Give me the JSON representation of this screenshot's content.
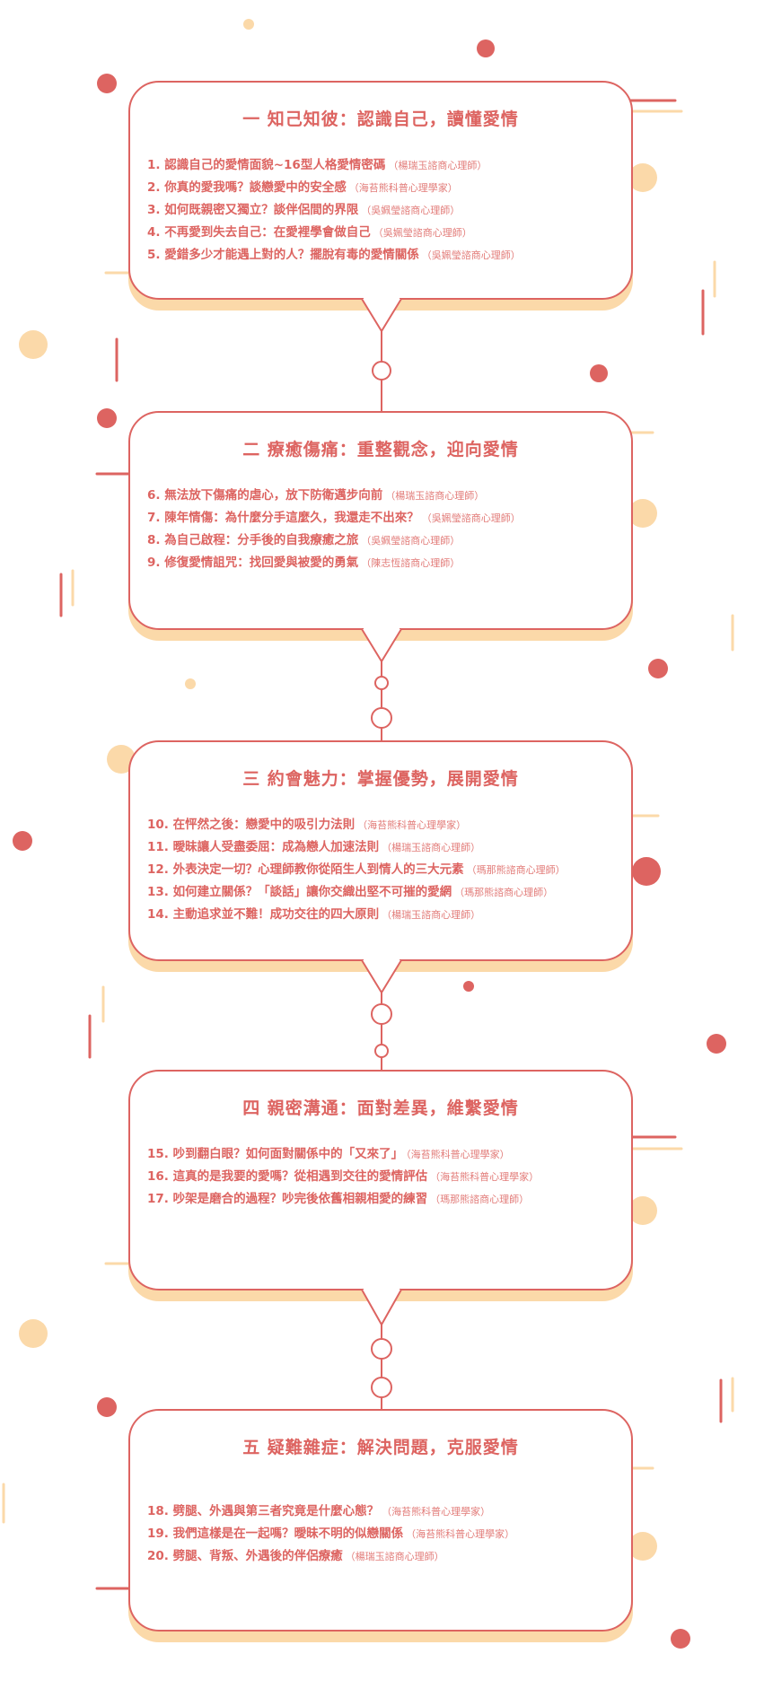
{
  "palette": {
    "accent": "#dd6461",
    "cream": "#fbd9a9"
  },
  "sections": [
    {
      "title": "一 知己知彼：認識自己，讀懂愛情",
      "items": [
        {
          "text": "1. 認識自己的愛情面貌~16型人格愛情密碼",
          "speaker": "（楊瑞玉諮商心理師）"
        },
        {
          "text": "2. 你真的愛我嗎？談戀愛中的安全感",
          "speaker": "（海苔熊科普心理學家）"
        },
        {
          "text": "3. 如何既親密又獨立？談伴侶間的界限",
          "speaker": "（吳姵瑩諮商心理師）"
        },
        {
          "text": "4. 不再愛到失去自己：在愛裡學會做自己",
          "speaker": "（吳姵瑩諮商心理師）"
        },
        {
          "text": "5. 愛錯多少才能遇上對的人？擺脫有毒的愛情關係",
          "speaker": "（吳姵瑩諮商心理師）"
        }
      ]
    },
    {
      "title": "二 療癒傷痛：重整觀念，迎向愛情",
      "items": [
        {
          "text": "6. 無法放下傷痛的虐心，放下防衛邁步向前",
          "speaker": "（楊瑞玉諮商心理師）"
        },
        {
          "text": "7. 陳年情傷：為什麼分手這麼久，我還走不出來？",
          "speaker": "（吳姵瑩諮商心理師）"
        },
        {
          "text": "8. 為自己啟程：分手後的自我療癒之旅",
          "speaker": "（吳姵瑩諮商心理師）"
        },
        {
          "text": "9. 修復愛情詛咒：找回愛與被愛的勇氣",
          "speaker": "（陳志恆諮商心理師）"
        }
      ]
    },
    {
      "title": "三 約會魅力：掌握優勢，展開愛情",
      "items": [
        {
          "text": "10. 在怦然之後：戀愛中的吸引力法則",
          "speaker": "（海苔熊科普心理學家）"
        },
        {
          "text": "11. 曖昧讓人受盡委屈：成為戀人加速法則",
          "speaker": "（楊瑞玉諮商心理師）"
        },
        {
          "text": "12. 外表決定一切？心理師教你從陌生人到情人的三大元素",
          "speaker": "（瑪那熊諮商心理師）"
        },
        {
          "text": "13. 如何建立關係？「談話」讓你交織出堅不可摧的愛網",
          "speaker": "（瑪那熊諮商心理師）"
        },
        {
          "text": "14. 主動追求並不難！成功交往的四大原則",
          "speaker": "（楊瑞玉諮商心理師）"
        }
      ]
    },
    {
      "title": "四 親密溝通：面對差異，維繫愛情",
      "items": [
        {
          "text": "15. 吵到翻白眼？如何面對關係中的「又來了」",
          "speaker": "（海苔熊科普心理學家）"
        },
        {
          "text": "16. 這真的是我要的愛嗎？從相遇到交往的愛情評估",
          "speaker": "（海苔熊科普心理學家）"
        },
        {
          "text": "17. 吵架是磨合的過程？吵完後依舊相親相愛的練習",
          "speaker": "（瑪那熊諮商心理師）"
        }
      ]
    },
    {
      "title": "五 疑難雜症：解決問題，克服愛情",
      "items": [
        {
          "text": "18. 劈腿、外遇與第三者究竟是什麼心態？",
          "speaker": "（海苔熊科普心理學家）"
        },
        {
          "text": "19. 我們這樣是在一起嗎？曖昧不明的似戀關係",
          "speaker": "（海苔熊科普心理學家）"
        },
        {
          "text": "20. 劈腿、背叛、外遇後的伴侶療癒",
          "speaker": "（楊瑞玉諮商心理師）"
        }
      ]
    }
  ]
}
